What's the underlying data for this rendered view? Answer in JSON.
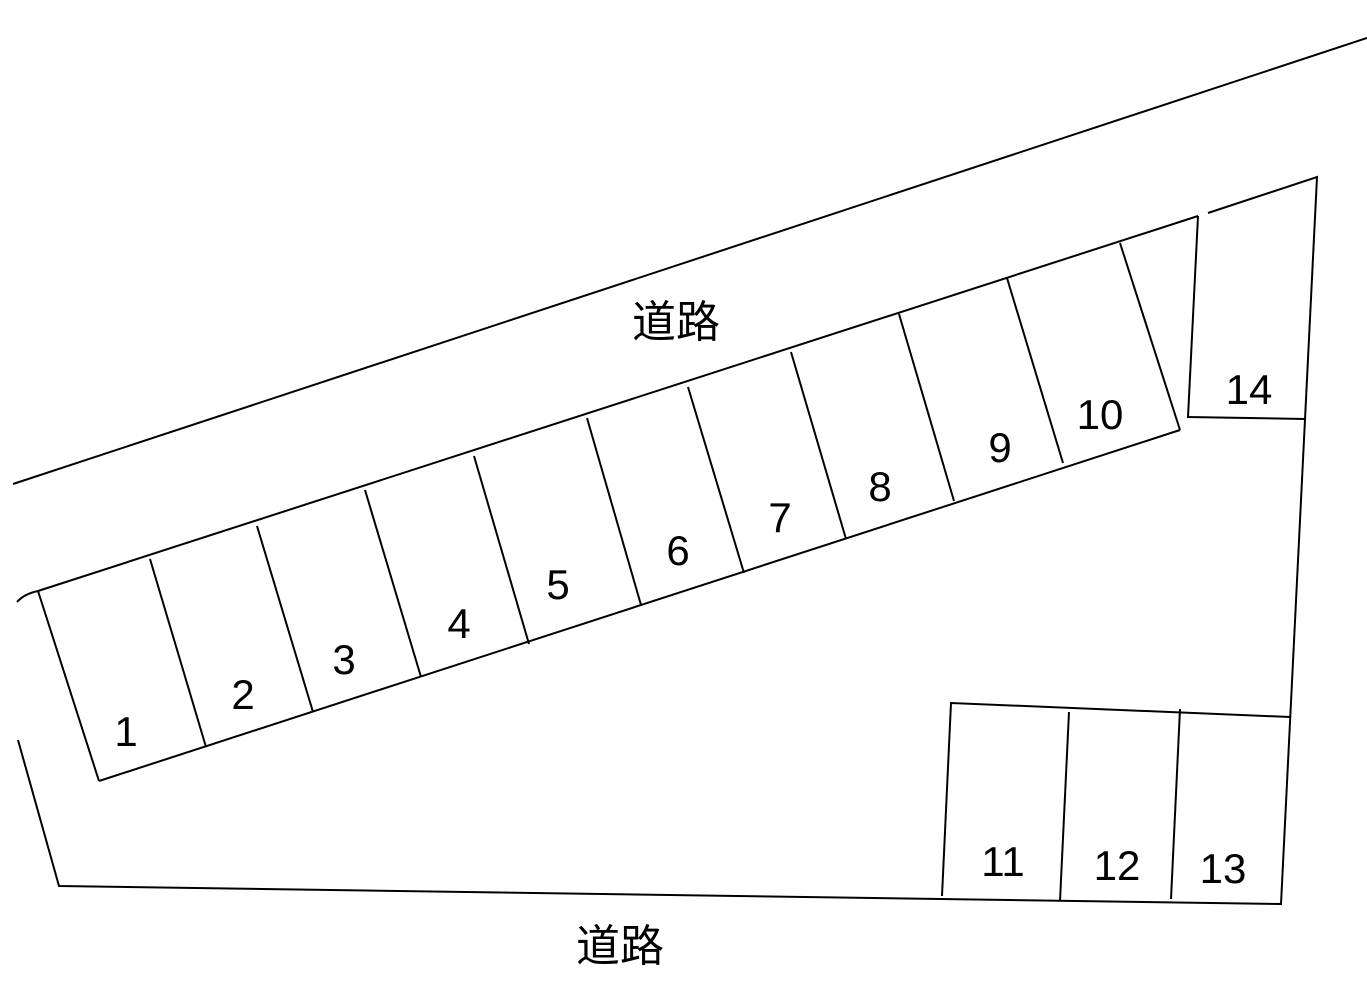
{
  "roads": {
    "north_label": "道路",
    "south_label": "道路"
  },
  "spaces": [
    {
      "id": "space-1",
      "label": "1"
    },
    {
      "id": "space-2",
      "label": "2"
    },
    {
      "id": "space-3",
      "label": "3"
    },
    {
      "id": "space-4",
      "label": "4"
    },
    {
      "id": "space-5",
      "label": "5"
    },
    {
      "id": "space-6",
      "label": "6"
    },
    {
      "id": "space-7",
      "label": "7"
    },
    {
      "id": "space-8",
      "label": "8"
    },
    {
      "id": "space-9",
      "label": "9"
    },
    {
      "id": "space-10",
      "label": "10"
    },
    {
      "id": "space-11",
      "label": "11"
    },
    {
      "id": "space-12",
      "label": "12"
    },
    {
      "id": "space-13",
      "label": "13"
    },
    {
      "id": "space-14",
      "label": "14"
    }
  ],
  "colors": {
    "line": "#000000",
    "background": "#ffffff"
  }
}
